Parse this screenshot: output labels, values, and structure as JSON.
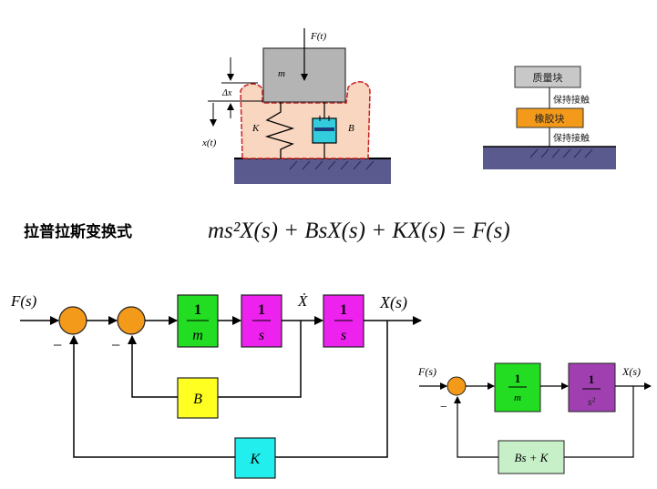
{
  "mechanical_model": {
    "force_label": "F(t)",
    "mass_label": "m",
    "spring_label": "K",
    "damper_label": "B",
    "displacement_label": "x(t)",
    "delta_label": "Δx",
    "colors": {
      "mass": "#b4b4b4",
      "rubber": "#f8d6c0",
      "rubber_edge": "#cc2222",
      "ground": "#5a5a8e",
      "damper": "#33ccdd"
    }
  },
  "contact_diagram": {
    "top_block": "质量块",
    "middle_block": "橡胶块",
    "upper_contact": "保持接触",
    "lower_contact": "保持接触",
    "colors": {
      "top_block": "#c8c8c8",
      "middle_block": "#f39a1a",
      "ground": "#5a5a8e"
    }
  },
  "laplace": {
    "label": "拉普拉斯变换式",
    "equation": "ms²X(s) + BsX(s) + KX(s) = F(s)"
  },
  "block_diagram_main": {
    "input": "F(s)",
    "output": "X(s)",
    "velocity": "Ẋ",
    "minus_sign": "−",
    "blocks": [
      {
        "id": "mass_inv",
        "num": "1",
        "den": "m",
        "color": "#22dd22"
      },
      {
        "id": "integrator1",
        "num": "1",
        "den": "s",
        "color": "#ee22ee"
      },
      {
        "id": "integrator2",
        "num": "1",
        "den": "s",
        "color": "#ee22ee"
      },
      {
        "id": "damping",
        "label": "B",
        "color": "#ffff22"
      },
      {
        "id": "stiffness",
        "label": "K",
        "color": "#22eeee"
      }
    ],
    "summer_color": "#f39a1a"
  },
  "block_diagram_simplified": {
    "input": "F(s)",
    "output": "X(s)",
    "minus_sign": "−",
    "blocks": [
      {
        "id": "mass_inv",
        "num": "1",
        "den": "m",
        "color": "#22dd22"
      },
      {
        "id": "double_integrator",
        "num": "1",
        "den": "s²",
        "color": "#a040b0"
      },
      {
        "id": "feedback",
        "label": "Bs + K",
        "color": "#c8f0c8"
      }
    ],
    "summer_color": "#f39a1a"
  }
}
